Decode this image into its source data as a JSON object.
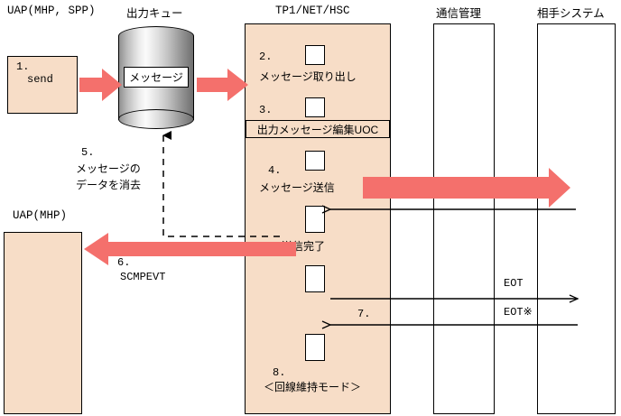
{
  "colors": {
    "arrow": "#f4706c",
    "box_fill": "#f7ddc7",
    "line": "#000000",
    "cylinder_light": "#fbfbfb",
    "cylinder_dark": "#6f6f6f"
  },
  "columns": [
    {
      "name": "uap-mhp-spp",
      "title": "UAP(MHP, SPP)"
    },
    {
      "name": "output-queue",
      "title": "出力キュー"
    },
    {
      "name": "tp1-net-hsc",
      "title": "TP1/NET/HSC"
    },
    {
      "name": "tsushin-kanri",
      "title": "通信管理"
    },
    {
      "name": "aite-system",
      "title": "相手システム"
    }
  ],
  "uap_lower": {
    "title": "UAP(MHP)"
  },
  "queue": {
    "message_label": "メッセージ"
  },
  "steps": [
    {
      "num": "1.",
      "label": "send"
    },
    {
      "num": "2.",
      "label": "メッセージ取り出し"
    },
    {
      "num": "3.",
      "label": "出力メッセージ編集UOC"
    },
    {
      "num": "4.",
      "label": "メッセージ送信"
    },
    {
      "num": "5.",
      "label_line1": "メッセージの",
      "label_line2": "データを消去"
    },
    {
      "num": "6.",
      "label": "SCMPEVT"
    },
    {
      "num": "7.",
      "label": ""
    },
    {
      "num": "8.",
      "label": "＜回線維持モード＞"
    }
  ],
  "annotations": {
    "send_complete": "送信完了",
    "eot": "EOT",
    "eot_note": "EOT※"
  }
}
